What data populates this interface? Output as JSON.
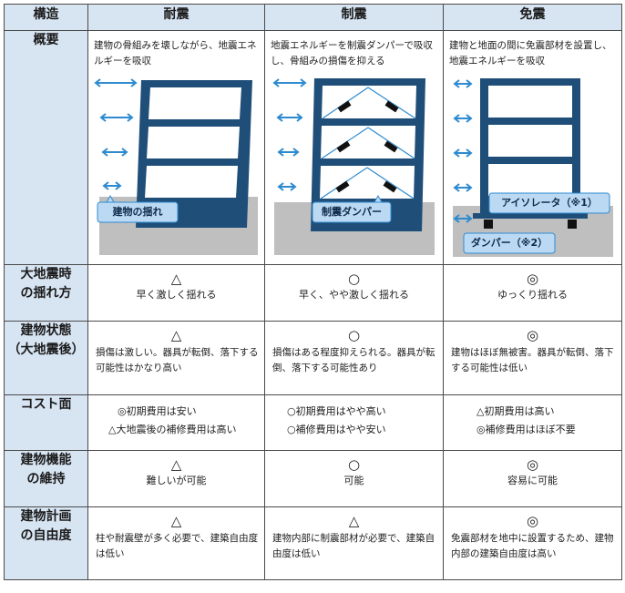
{
  "headers": {
    "structure": "構造",
    "col1": "耐震",
    "col2": "制震",
    "col3": "免震"
  },
  "rows": {
    "overview": {
      "label": "概要",
      "col1": {
        "desc": "建物の骨組みを壊しながら、地震エネルギーを吸収",
        "callout": "建物の揺れ"
      },
      "col2": {
        "desc": "地震エネルギーを制震ダンパーで吸収し、骨組みの損傷を抑える",
        "callout": "制震ダンパー"
      },
      "col3": {
        "desc": "建物と地面の間に免震部材を設置し、地震エネルギーを吸収",
        "callout1": "アイソレータ（※1）",
        "callout2": "ダンパー（※2）"
      }
    },
    "shake": {
      "label1": "大地震時",
      "label2": "の揺れ方",
      "col1": {
        "symbol": "△",
        "text": "早く激しく揺れる"
      },
      "col2": {
        "symbol": "○",
        "text": "早く、やや激しく揺れる"
      },
      "col3": {
        "symbol": "◎",
        "text": "ゆっくり揺れる"
      }
    },
    "state": {
      "label1": "建物状態",
      "label2": "（大地震後）",
      "col1": {
        "symbol": "△",
        "text": "損傷は激しい。器具が転倒、落下する可能性はかなり高い"
      },
      "col2": {
        "symbol": "○",
        "text": "損傷はある程度抑えられる。器具が転倒、落下する可能性あり"
      },
      "col3": {
        "symbol": "◎",
        "text": "建物はほぼ無被害。器具が転倒、落下する可能性は低い"
      }
    },
    "cost": {
      "label": "コスト面",
      "col1": {
        "line1": "◎初期費用は安い",
        "line2": "△大地震後の補修費用は高い"
      },
      "col2": {
        "line1": "○初期費用はやや高い",
        "line2": "○補修費用はやや安い"
      },
      "col3": {
        "line1": "△初期費用は高い",
        "line2": "◎補修費用はほぼ不要"
      }
    },
    "function": {
      "label1": "建物機能",
      "label2": "の維持",
      "col1": {
        "symbol": "△",
        "text": "難しいが可能"
      },
      "col2": {
        "symbol": "○",
        "text": "可能"
      },
      "col3": {
        "symbol": "◎",
        "text": "容易に可能"
      }
    },
    "freedom": {
      "label1": "建物計画",
      "label2": "の自由度",
      "col1": {
        "symbol": "△",
        "text": "柱や耐震壁が多く必要で、建築自由度は低い"
      },
      "col2": {
        "symbol": "△",
        "text": "建物内部に制震部材が必要で、建築自由度は低い"
      },
      "col3": {
        "symbol": "◎",
        "text": "免震部材を地中に設置するため、建物内部の建築自由度は高い"
      }
    }
  },
  "colors": {
    "header_bg": "#d7e4f2",
    "frame": "#1f4e79",
    "arrow": "#2e8bd0",
    "ground": "#bfbfbf",
    "callout": "#bcd9f3",
    "callout_border": "#2e8bd0"
  }
}
